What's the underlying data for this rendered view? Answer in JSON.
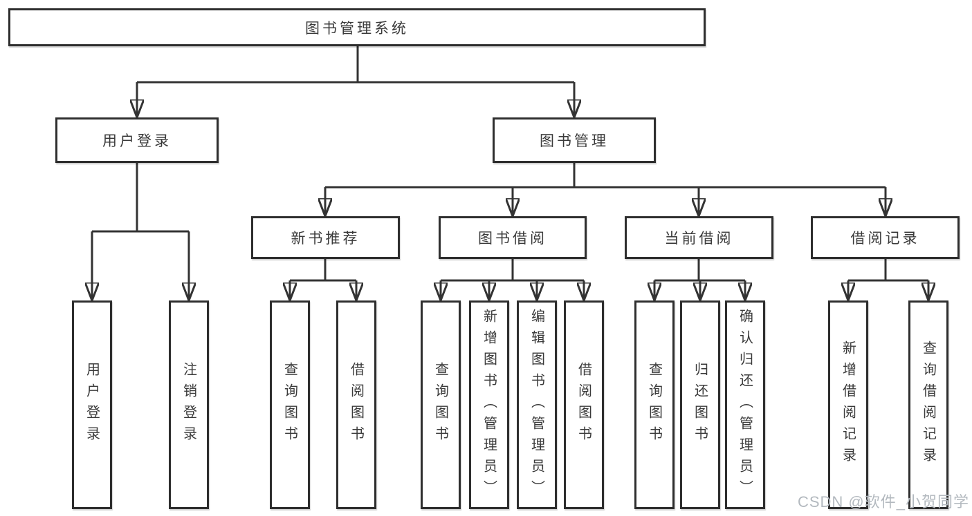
{
  "diagram": {
    "type": "hierarchy-tree",
    "colors": {
      "background": "#ffffff",
      "connector_line": "#333333",
      "box_border": "#2e2e2e",
      "text": "#3a3a3a",
      "watermark": "#b3b9bf"
    },
    "nodes": {
      "root": "图书管理系统",
      "user_login": "用户登录",
      "book_management": "图书管理",
      "new_book_recommend": "新书推荐",
      "book_borrowing": "图书借阅",
      "current_borrowing": "当前借阅",
      "borrowing_records": "借阅记录",
      "ul_user_login": "用户登录",
      "ul_logout": "注销登录",
      "nbr_query_books": "查询图书",
      "nbr_borrow_books": "借阅图书",
      "bb_query_books": "查询图书",
      "bb_add_books": "新增图书（管理员）",
      "bb_edit_books": "编辑图书（管理员）",
      "bb_borrow_books": "借阅图书",
      "cb_query_books": "查询图书",
      "cb_return_books": "归还图书",
      "cb_confirm_return": "确认归还（管理员）",
      "br_add_record": "新增借阅记录",
      "br_query_record": "查询借阅记录"
    },
    "watermark": "CSDN @软件_小贺同学"
  }
}
